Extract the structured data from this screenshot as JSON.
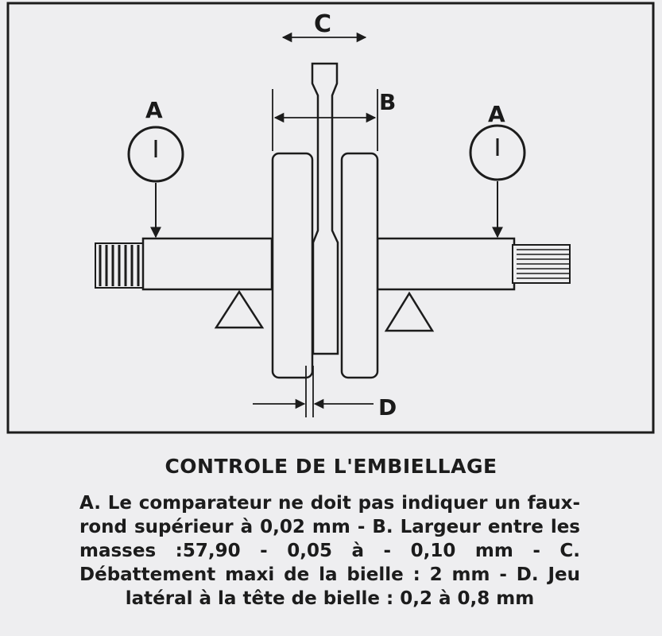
{
  "diagram": {
    "label_a_left": "A",
    "label_a_right": "A",
    "label_b": "B",
    "label_c": "C",
    "label_d": "D"
  },
  "caption": {
    "title": "CONTROLE DE L'EMBIELLAGE",
    "body": "A. Le comparateur ne doit pas indiquer un faux-rond supérieur à 0,02 mm - B. Largeur entre les masses :57,90 - 0,05 à - 0,10 mm - C. Débattement maxi de la bielle : 2 mm - D. Jeu latéral à la tête de bielle : 0,2 à 0,8 mm"
  },
  "colors": {
    "paper": "#eeeef0",
    "ink": "#1c1c1c"
  }
}
